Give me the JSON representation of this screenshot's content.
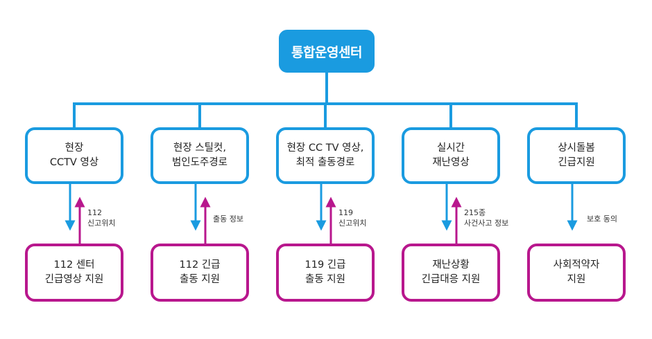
{
  "colors": {
    "blue": "#1a9be0",
    "magenta": "#b8178d"
  },
  "root": {
    "label": "통합운영센터"
  },
  "columns": [
    {
      "top": "현장\nCCTV 영상",
      "label": "112\n신고위치",
      "bottom": "112 센터\n긴급영상 지원"
    },
    {
      "top": "현장 스틸컷,\n범인도주경로",
      "label": "출동 정보",
      "bottom": "112 긴급\n출동 지원"
    },
    {
      "top": "현장 CC TV 영상,\n최적 출동경로",
      "label": "119\n신고위치",
      "bottom": "119 긴급\n출동 지원"
    },
    {
      "top": "실시간\n재난영상",
      "label": "215종\n사건사고 정보",
      "bottom": "재난상황\n긴급대응 지원"
    },
    {
      "top": "상시돌봄\n긴급지원",
      "label": "보호 동의",
      "bottom": "사회적약자\n지원"
    }
  ]
}
